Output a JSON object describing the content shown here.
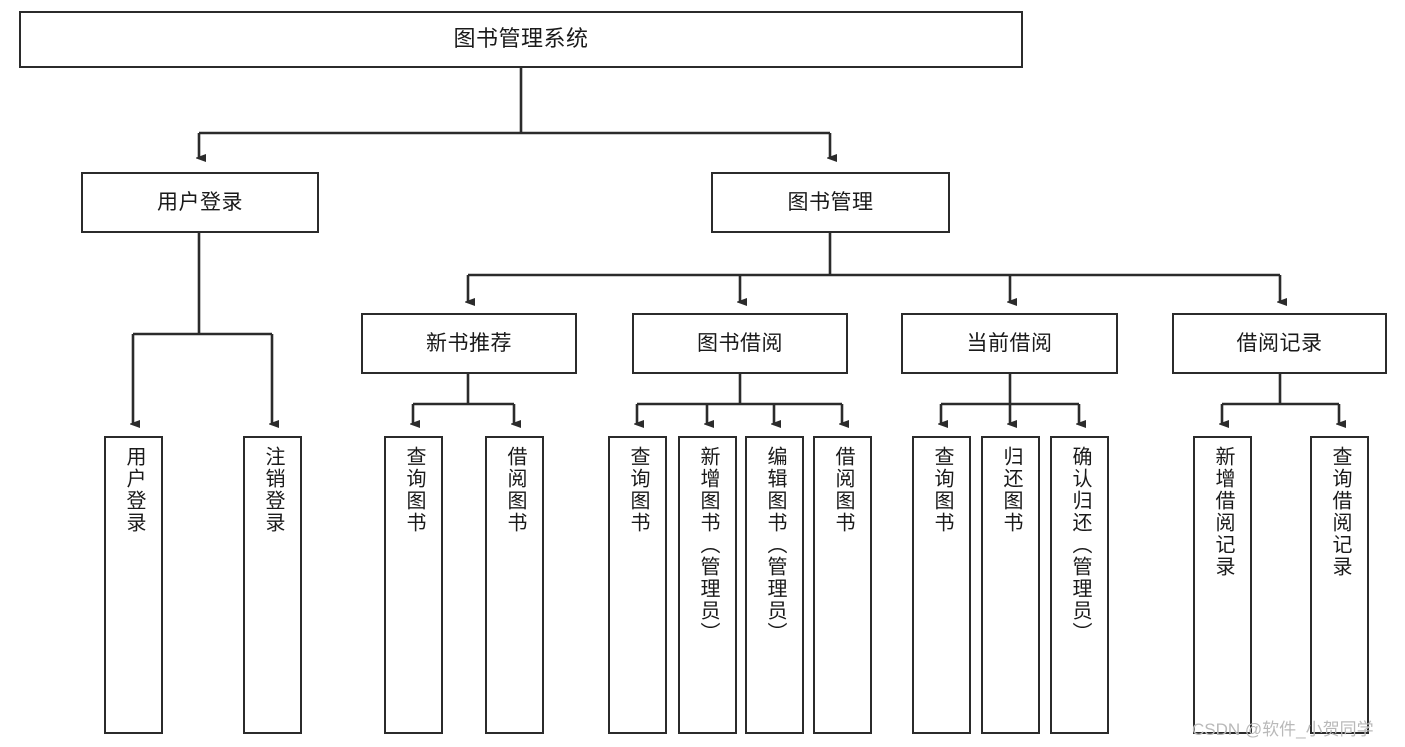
{
  "diagram": {
    "type": "hierarchy-tree",
    "title": "图书管理系统",
    "watermark": "CSDN @软件_小贺同学",
    "colors": {
      "border": "#2b2b2b",
      "background": "#ffffff",
      "text": "#1a1a1a",
      "watermark": "#b9b9b9"
    },
    "root": {
      "label": "图书管理系统"
    },
    "level1": [
      {
        "label": "用户登录"
      },
      {
        "label": "图书管理"
      }
    ],
    "level2": [
      {
        "label": "新书推荐"
      },
      {
        "label": "图书借阅"
      },
      {
        "label": "当前借阅"
      },
      {
        "label": "借阅记录"
      }
    ],
    "leaves": {
      "user_login": [
        {
          "label": "用户登录"
        },
        {
          "label": "注销登录"
        }
      ],
      "new_book_recommend": [
        {
          "label": "查询图书"
        },
        {
          "label": "借阅图书"
        }
      ],
      "book_borrow": [
        {
          "label": "查询图书"
        },
        {
          "label": "新增图书（管理员）"
        },
        {
          "label": "编辑图书（管理员）"
        },
        {
          "label": "借阅图书"
        }
      ],
      "current_borrow": [
        {
          "label": "查询图书"
        },
        {
          "label": "归还图书"
        },
        {
          "label": "确认归还（管理员）"
        }
      ],
      "borrow_record": [
        {
          "label": "新增借阅记录"
        },
        {
          "label": "查询借阅记录"
        }
      ]
    }
  }
}
